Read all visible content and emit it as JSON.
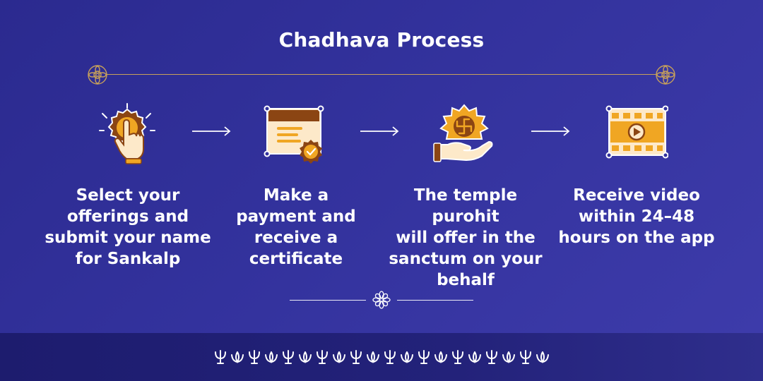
{
  "title": "Chadhava Process",
  "colors": {
    "background": "#33329d",
    "accent": "#c8a15a",
    "icon_orange": "#f0a623",
    "icon_brown": "#8b4513"
  },
  "steps": [
    {
      "icon": "tap-hand-icon",
      "text_lines": [
        "Select your",
        "offerings and",
        "submit your name",
        "for Sankalp"
      ]
    },
    {
      "icon": "certificate-icon",
      "text_lines": [
        "Make a",
        "payment and",
        "receive a",
        "certificate"
      ]
    },
    {
      "icon": "offering-hand-icon",
      "text_lines": [
        "The temple purohit",
        "will offer in the",
        "sanctum on your",
        "behalf"
      ]
    },
    {
      "icon": "video-icon",
      "text_lines": [
        "Receive video",
        "within 24–48",
        "hours on the app"
      ]
    }
  ]
}
